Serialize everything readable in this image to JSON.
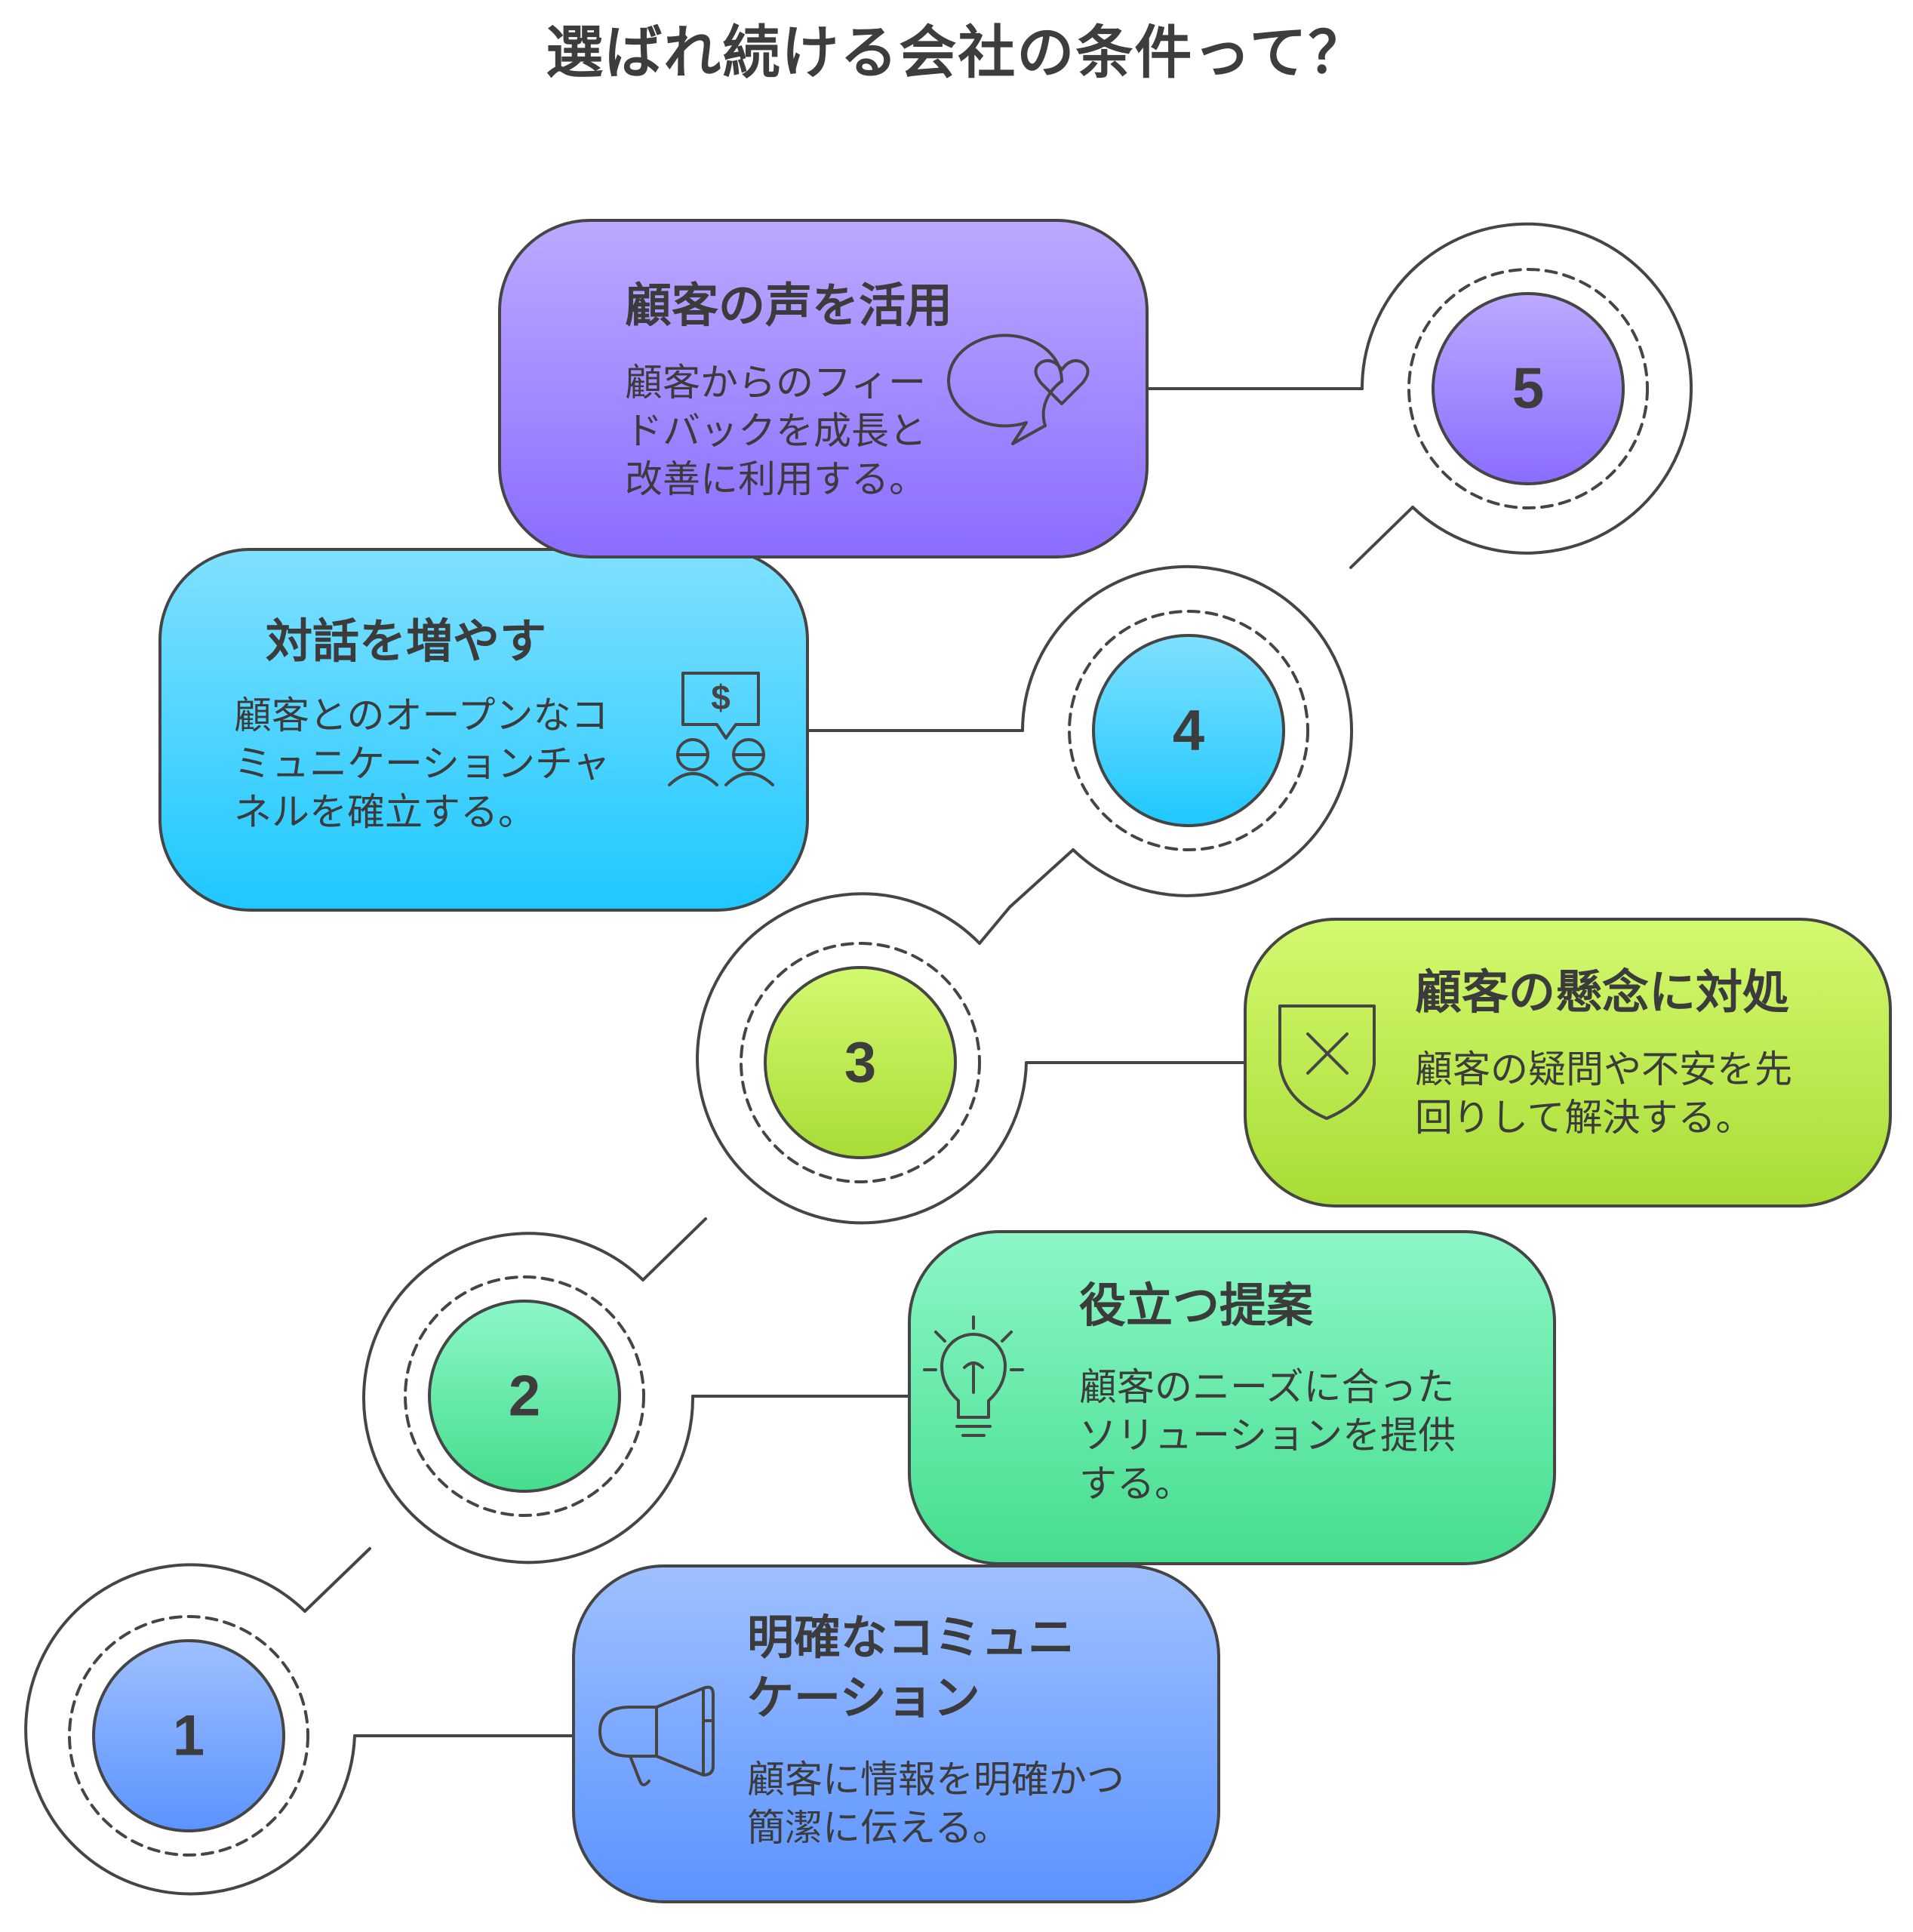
{
  "title": "選ばれ続ける会社の条件って？",
  "steps": [
    {
      "number": "1",
      "title": "明確なコミュニ\nケーション",
      "description": "顧客に情報を明確かつ\n簡潔に伝える。",
      "icon": "megaphone-icon",
      "color_top": "#9ec0ff",
      "color_bottom": "#5b93ff"
    },
    {
      "number": "2",
      "title": "役立つ提案",
      "description": "顧客のニーズに合った\nソリューションを提供\nする。",
      "icon": "lightbulb-icon",
      "color_top": "#8cf7c7",
      "color_bottom": "#45dd8e"
    },
    {
      "number": "3",
      "title": "顧客の懸念に対処",
      "description": "顧客の疑問や不安を先\n回りして解決する。",
      "icon": "shield-x-icon",
      "color_top": "#d3f96f",
      "color_bottom": "#a8dc35"
    },
    {
      "number": "4",
      "title": "対話を増やす",
      "description": "顧客とのオープンなコ\nミュニケーションチャ\nネルを確立する。",
      "icon": "chat-dollar-people-icon",
      "color_top": "#80e0ff",
      "color_bottom": "#1ec8ff"
    },
    {
      "number": "5",
      "title": "顧客の声を活用",
      "description": "顧客からのフィー\nドバックを成長と\n改善に利用する。",
      "icon": "heart-speech-bubble-icon",
      "color_top": "#bca9ff",
      "color_bottom": "#8b6cff"
    }
  ]
}
